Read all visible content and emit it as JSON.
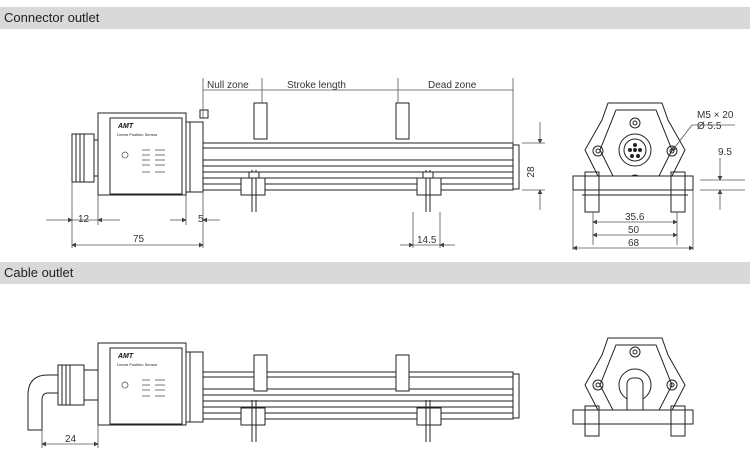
{
  "sections": {
    "connector": {
      "title": "Connector outlet"
    },
    "cable": {
      "title": "Cable outlet"
    }
  },
  "dims": {
    "null_zone": "Null zone",
    "stroke_length": "Stroke length",
    "dead_zone": "Dead zone",
    "d12": "12",
    "d5": "5",
    "d75": "75",
    "d14_5": "14.5",
    "d28": "28",
    "m5x20": "M5 × 20",
    "dia5_5": "Ø 5.5",
    "d9_5": "9.5",
    "d35_6": "35.6",
    "d50": "50",
    "d68": "68",
    "d24": "24"
  },
  "labels": {
    "brand": "AMT",
    "product": "Linear Position Sensor"
  },
  "colors": {
    "section_bg": "#d9d9d9",
    "line": "#222222",
    "dim_line": "#555555"
  }
}
